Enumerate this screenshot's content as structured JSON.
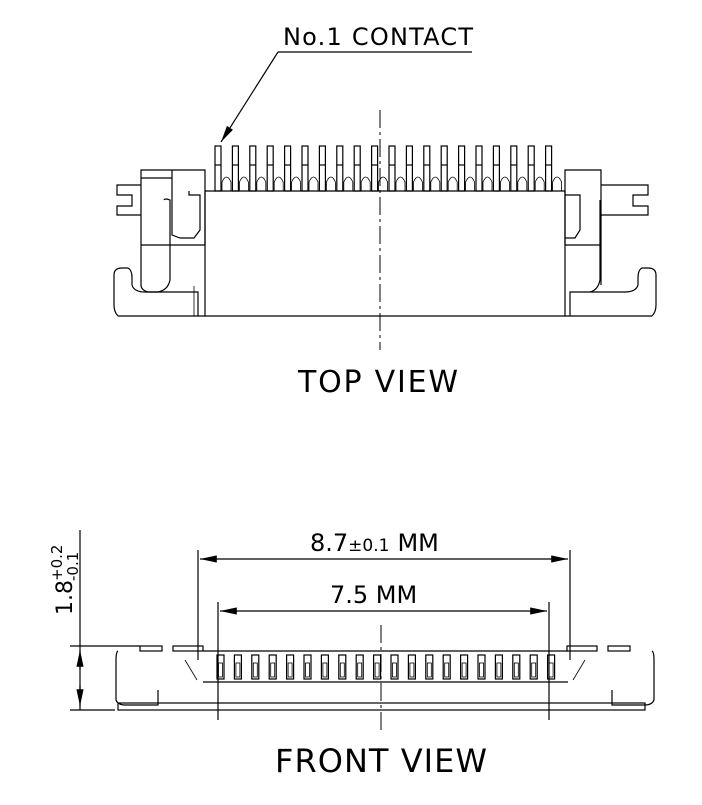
{
  "labels": {
    "contact_callout": "No.1 CONTACT",
    "top_view": "TOP VIEW",
    "front_view": "FRONT VIEW"
  },
  "dimensions": {
    "overall_width_value": "8.7",
    "overall_width_tol": "±0.1",
    "overall_width_unit": "MM",
    "pitch_span": "7.5 MM",
    "height_value": "1.8",
    "height_tol_plus": "+0.2",
    "height_tol_minus": "-0.1"
  },
  "contact_count": 20
}
